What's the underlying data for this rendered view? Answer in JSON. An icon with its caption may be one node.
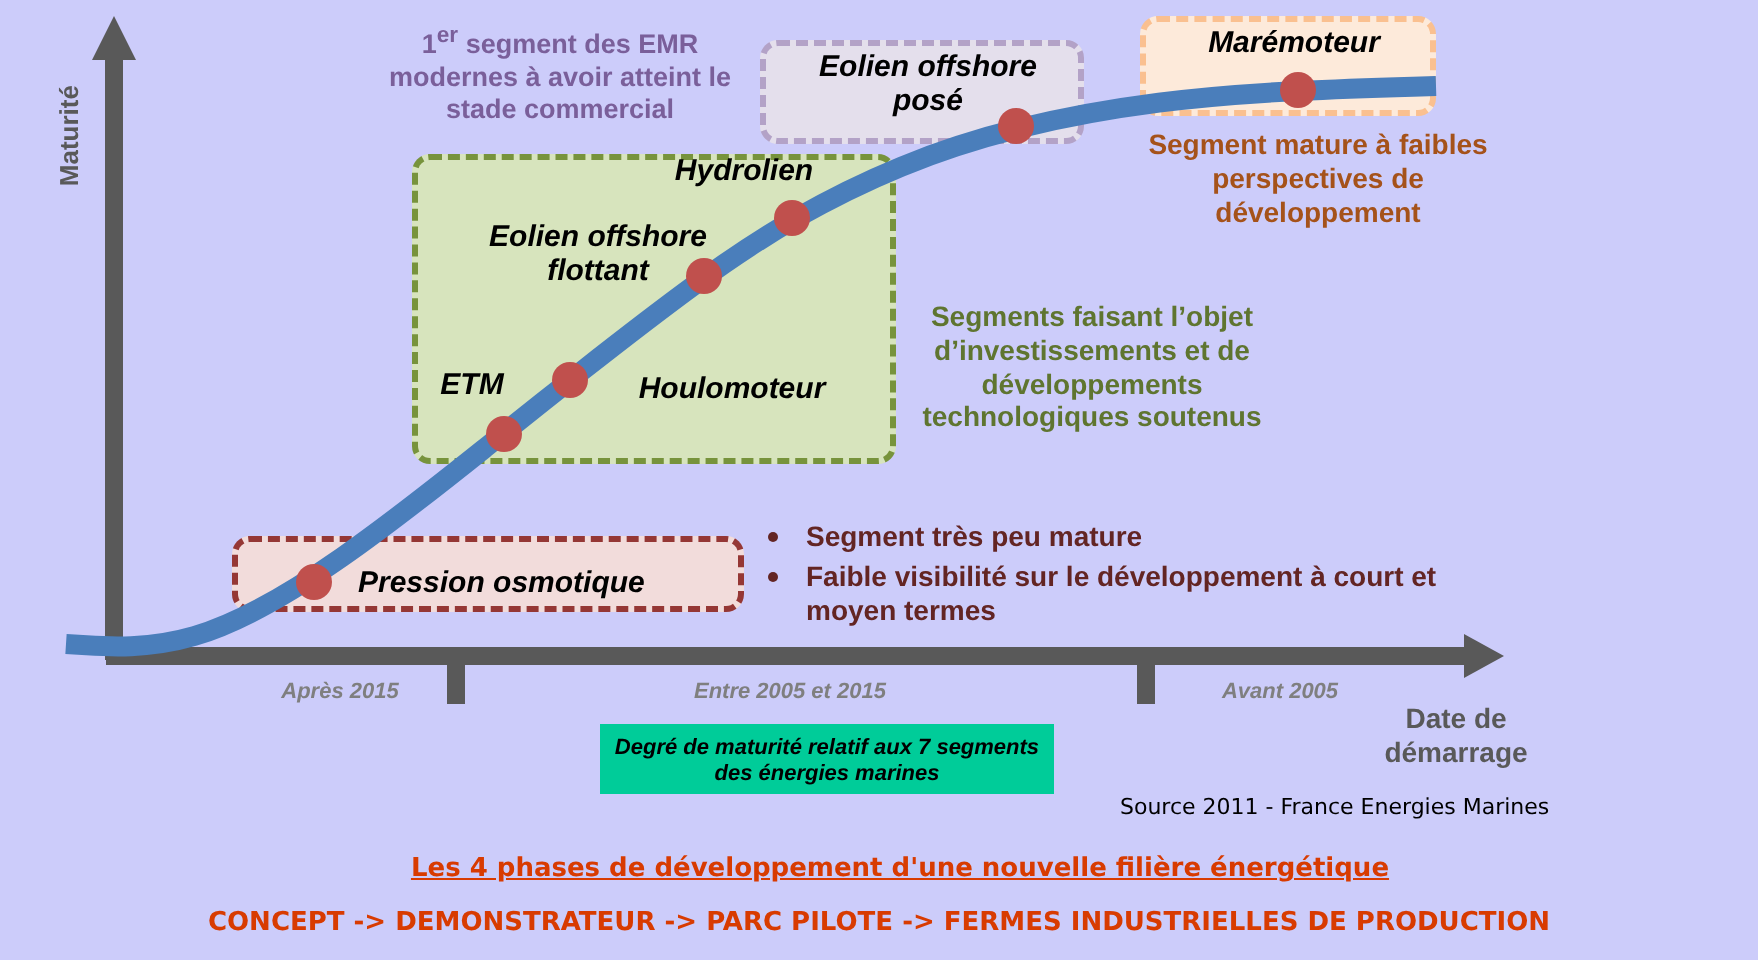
{
  "diagram": {
    "nodes": [
      {
        "text": [
          "Pression osmotique"
        ]
      },
      {
        "text": [
          "Hydrolien",
          "Eolien offshore flottant",
          "ETM",
          "Houlomoteur"
        ]
      },
      {
        "text": [
          "Eolien offshore posé"
        ]
      },
      {
        "text": [
          "Marémoteur"
        ]
      },
      {
        "text": [
          "Degré de maturité relatif aux 7 segments des énergies marines"
        ]
      }
    ],
    "edges": [],
    "labels": [
      "Maturité",
      "1$^{er}$ segment des EMR modernes à avoir atteint le stade commercial",
      "Segment mature à faibles perspectives de développement",
      "Segments faisant l’objet d’investissements et de développements technologiques soutenus",
      "Segment très peu mature",
      "Faible visibilité sur le développement à court et moyen termes",
      "Après 2015",
      "Entre 2005 et 2015",
      "Avant 2005",
      "Date de démarrage",
      "Source 2011 - France Energies Marines",
      "Les 4 phases de développement d'une nouvelle filière énergétique",
      "CONCEPT -> DEMONSTRATEUR -> PARC PILOTE -> FERMES INDUSTRIELLES DE PRODUCTION"
    ]
  }
}
